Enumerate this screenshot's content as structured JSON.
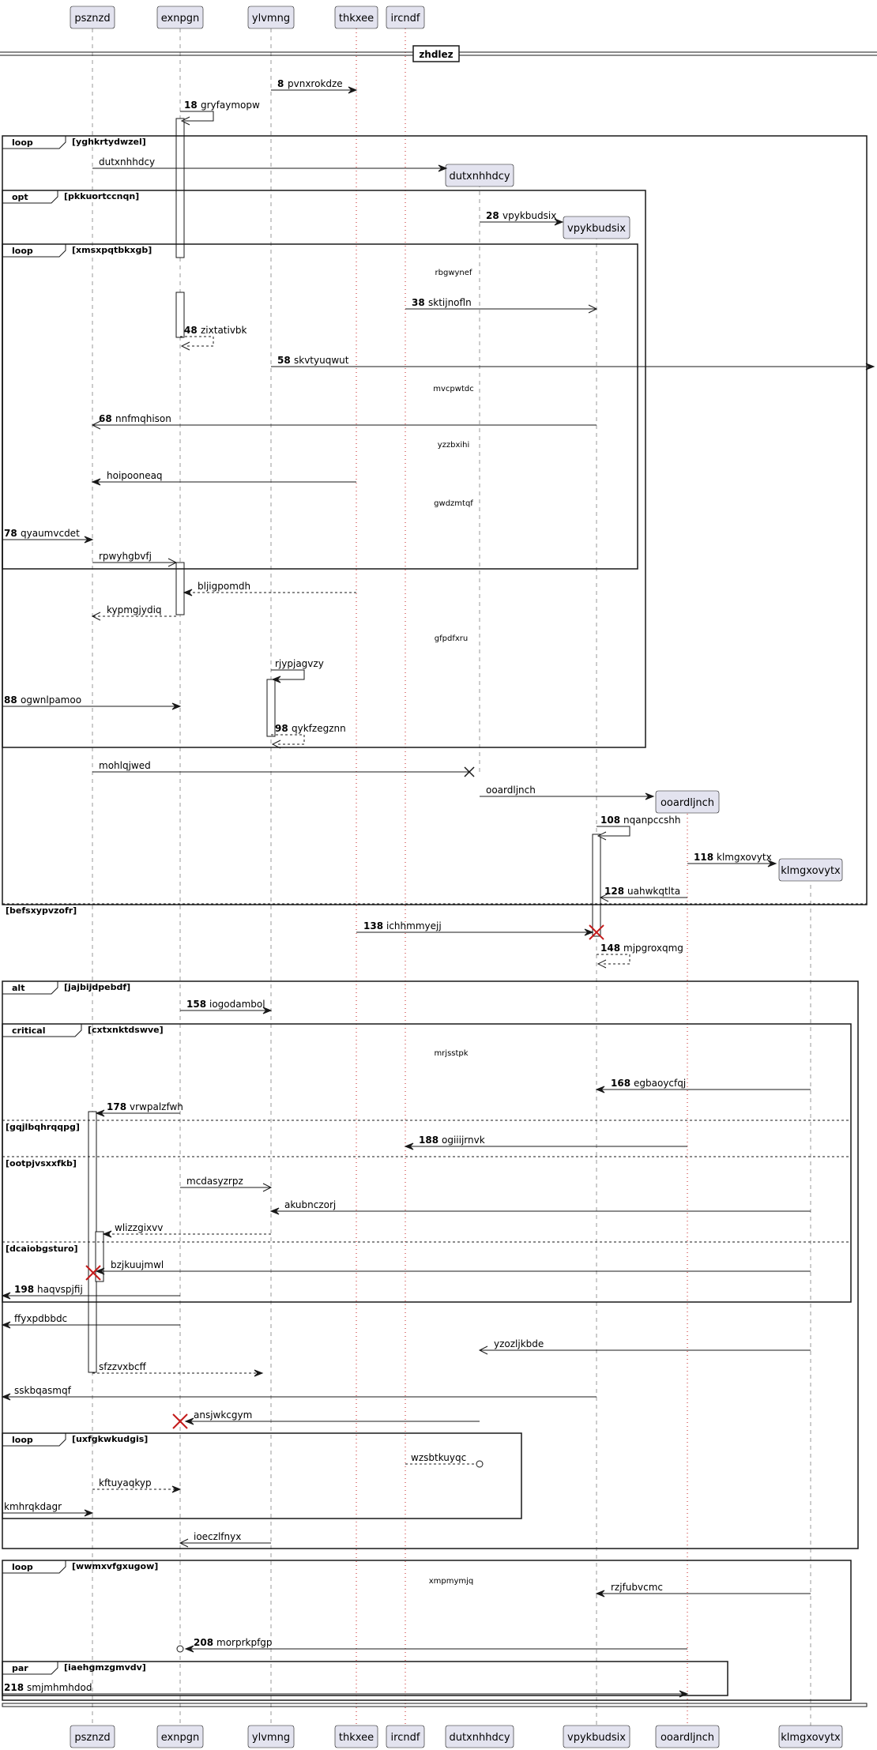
{
  "participants": [
    {
      "id": "pszn",
      "label": "psznzd"
    },
    {
      "id": "exnp",
      "label": "exnpgn"
    },
    {
      "id": "ylvm",
      "label": "ylvmng"
    },
    {
      "id": "thkx",
      "label": "thkxee"
    },
    {
      "id": "ircn",
      "label": "ircndf"
    },
    {
      "id": "dutx",
      "label": "dutxnhhdcy"
    },
    {
      "id": "vpyk",
      "label": "vpykbudsix"
    },
    {
      "id": "ooar",
      "label": "ooardljnch"
    },
    {
      "id": "klmg",
      "label": "klmgxovytx"
    }
  ],
  "divider": {
    "label": "zhdlez"
  },
  "frames": [
    {
      "kind": "loop",
      "guard": "[yghkrtydwzel]"
    },
    {
      "kind": "opt",
      "guard": "[pkkuortccnqn]"
    },
    {
      "kind": "loop",
      "guard": "[xmsxpqtbkxgb]"
    },
    {
      "kind": "",
      "guard": "[befsxypvzofr]"
    },
    {
      "kind": "alt",
      "guard": "[jajbijdpebdf]"
    },
    {
      "kind": "critical",
      "guard": "[cxtxnktdswve]"
    },
    {
      "kind": "",
      "guard": "[gqjlbqhrqqpg]"
    },
    {
      "kind": "",
      "guard": "[ootpjvsxxfkb]"
    },
    {
      "kind": "",
      "guard": "[dcaiobgsturo]"
    },
    {
      "kind": "loop",
      "guard": "[uxfgkwkudgis]"
    },
    {
      "kind": "loop",
      "guard": "[wwmxvfgxugow]"
    },
    {
      "kind": "par",
      "guard": "[iaehgmzgmvdv]"
    }
  ],
  "delays": [
    "rbgwynef",
    "mvcpwtdc",
    "yzzbxihi",
    "gwdzmtqf",
    "gfpdfxru",
    "mrjsstpk",
    "xmpmymjq"
  ],
  "messages": [
    {
      "num": "8",
      "text": "pvnxrokdze"
    },
    {
      "num": "18",
      "text": "gryfaymopw"
    },
    {
      "num": "",
      "text": "dutxnhhdcy"
    },
    {
      "num": "28",
      "text": "vpykbudsix"
    },
    {
      "num": "38",
      "text": "sktijnofln"
    },
    {
      "num": "48",
      "text": "zixtativbk"
    },
    {
      "num": "58",
      "text": "skvtyuqwut"
    },
    {
      "num": "68",
      "text": "nnfmqhison"
    },
    {
      "num": "",
      "text": "hoipooneaq"
    },
    {
      "num": "78",
      "text": "qyaumvcdet"
    },
    {
      "num": "",
      "text": "rpwyhgbvfj"
    },
    {
      "num": "",
      "text": "bljigpomdh"
    },
    {
      "num": "",
      "text": "kypmgjydiq"
    },
    {
      "num": "",
      "text": "rjypjagvzy"
    },
    {
      "num": "88",
      "text": "ogwnlpamoo"
    },
    {
      "num": "98",
      "text": "qykfzegznn"
    },
    {
      "num": "",
      "text": "mohlqjwed"
    },
    {
      "num": "",
      "text": "ooardljnch"
    },
    {
      "num": "108",
      "text": "nqanpccshh"
    },
    {
      "num": "118",
      "text": "klmgxovytx"
    },
    {
      "num": "128",
      "text": "uahwkqtlta"
    },
    {
      "num": "138",
      "text": "ichhmmyejj"
    },
    {
      "num": "148",
      "text": "mjpgroxqmg"
    },
    {
      "num": "158",
      "text": "iogodambol"
    },
    {
      "num": "168",
      "text": "egbaoycfqj"
    },
    {
      "num": "178",
      "text": "vrwpalzfwh"
    },
    {
      "num": "188",
      "text": "ogiiijrnvk"
    },
    {
      "num": "",
      "text": "mcdasyzrpz"
    },
    {
      "num": "",
      "text": "akubnczorj"
    },
    {
      "num": "",
      "text": "wlizzgixvv"
    },
    {
      "num": "",
      "text": "bzjkuujmwl"
    },
    {
      "num": "198",
      "text": "haqvspjfij"
    },
    {
      "num": "",
      "text": "ffyxpdbbdc"
    },
    {
      "num": "",
      "text": "yzozljkbde"
    },
    {
      "num": "",
      "text": "sfzzvxbcff"
    },
    {
      "num": "",
      "text": "sskbqasmqf"
    },
    {
      "num": "",
      "text": "ansjwkcgym"
    },
    {
      "num": "",
      "text": "wzsbtkuyqc"
    },
    {
      "num": "",
      "text": "kftuyaqkyp"
    },
    {
      "num": "",
      "text": "kmhrqkdagr"
    },
    {
      "num": "",
      "text": "ioeczlfnyx"
    },
    {
      "num": "",
      "text": "rzjfubvcmc"
    },
    {
      "num": "208",
      "text": "morprkpfgp"
    },
    {
      "num": "218",
      "text": "smjmhmhdod"
    }
  ]
}
